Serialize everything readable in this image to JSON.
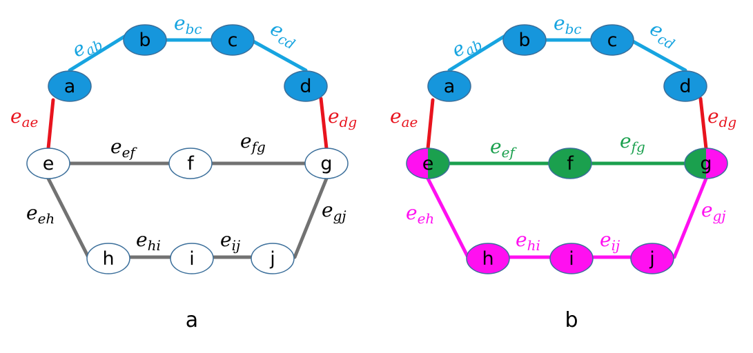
{
  "colors": {
    "blue": "#17a4e0",
    "blue_node_fill": "#1696dc",
    "red": "#e8141e",
    "gray": "#727272",
    "green": "#1ba04e",
    "magenta": "#ff10f0",
    "node_stroke": "#3a6e9a",
    "white": "#ffffff",
    "black": "#000000"
  },
  "panels": [
    {
      "caption": "a",
      "nodes": [
        {
          "id": "a",
          "label": "a",
          "fill": "#1696dc"
        },
        {
          "id": "b",
          "label": "b",
          "fill": "#1696dc"
        },
        {
          "id": "c",
          "label": "c",
          "fill": "#1696dc"
        },
        {
          "id": "d",
          "label": "d",
          "fill": "#1696dc"
        },
        {
          "id": "e",
          "label": "e",
          "fill": "#ffffff"
        },
        {
          "id": "f",
          "label": "f",
          "fill": "#ffffff"
        },
        {
          "id": "g",
          "label": "g",
          "fill": "#ffffff"
        },
        {
          "id": "h",
          "label": "h",
          "fill": "#ffffff"
        },
        {
          "id": "i",
          "label": "i",
          "fill": "#ffffff"
        },
        {
          "id": "j",
          "label": "j",
          "fill": "#ffffff"
        }
      ],
      "edges": [
        {
          "id": "ab",
          "from": "a",
          "to": "b",
          "color": "#17a4e0",
          "main": "e",
          "sub": "ab",
          "label_color": "#17a4e0"
        },
        {
          "id": "bc",
          "from": "b",
          "to": "c",
          "color": "#17a4e0",
          "main": "e",
          "sub": "bc",
          "label_color": "#17a4e0"
        },
        {
          "id": "cd",
          "from": "c",
          "to": "d",
          "color": "#17a4e0",
          "main": "e",
          "sub": "cd",
          "label_color": "#17a4e0"
        },
        {
          "id": "ae",
          "from": "a",
          "to": "e",
          "color": "#e8141e",
          "main": "e",
          "sub": "ae",
          "label_color": "#e8141e"
        },
        {
          "id": "dg",
          "from": "d",
          "to": "g",
          "color": "#e8141e",
          "main": "e",
          "sub": "dg",
          "label_color": "#e8141e"
        },
        {
          "id": "ef",
          "from": "e",
          "to": "f",
          "color": "#727272",
          "main": "e",
          "sub": "ef",
          "label_color": "#000000"
        },
        {
          "id": "fg",
          "from": "f",
          "to": "g",
          "color": "#727272",
          "main": "e",
          "sub": "fg",
          "label_color": "#000000"
        },
        {
          "id": "eh",
          "from": "e",
          "to": "h",
          "color": "#727272",
          "main": "e",
          "sub": "eh",
          "label_color": "#000000"
        },
        {
          "id": "hi",
          "from": "h",
          "to": "i",
          "color": "#727272",
          "main": "e",
          "sub": "hi",
          "label_color": "#000000"
        },
        {
          "id": "ij",
          "from": "i",
          "to": "j",
          "color": "#727272",
          "main": "e",
          "sub": "ij",
          "label_color": "#000000"
        },
        {
          "id": "gj",
          "from": "g",
          "to": "j",
          "color": "#727272",
          "main": "e",
          "sub": "gj",
          "label_color": "#000000"
        }
      ]
    },
    {
      "caption": "b",
      "nodes": [
        {
          "id": "a",
          "label": "a",
          "fill": "#1696dc"
        },
        {
          "id": "b",
          "label": "b",
          "fill": "#1696dc"
        },
        {
          "id": "c",
          "label": "c",
          "fill": "#1696dc"
        },
        {
          "id": "d",
          "label": "d",
          "fill": "#1696dc"
        },
        {
          "id": "e",
          "label": "e",
          "fill": "split",
          "split_left": "#ff10f0",
          "split_right": "#1ba04e"
        },
        {
          "id": "f",
          "label": "f",
          "fill": "#1ba04e"
        },
        {
          "id": "g",
          "label": "g",
          "fill": "split",
          "split_left": "#1ba04e",
          "split_right": "#ff10f0"
        },
        {
          "id": "h",
          "label": "h",
          "fill": "#ff10f0"
        },
        {
          "id": "i",
          "label": "i",
          "fill": "#ff10f0"
        },
        {
          "id": "j",
          "label": "j",
          "fill": "#ff10f0"
        }
      ],
      "edges": [
        {
          "id": "ab",
          "from": "a",
          "to": "b",
          "color": "#17a4e0",
          "main": "e",
          "sub": "ab",
          "label_color": "#17a4e0"
        },
        {
          "id": "bc",
          "from": "b",
          "to": "c",
          "color": "#17a4e0",
          "main": "e",
          "sub": "bc",
          "label_color": "#17a4e0"
        },
        {
          "id": "cd",
          "from": "c",
          "to": "d",
          "color": "#17a4e0",
          "main": "e",
          "sub": "cd",
          "label_color": "#17a4e0"
        },
        {
          "id": "ae",
          "from": "a",
          "to": "e",
          "color": "#e8141e",
          "main": "e",
          "sub": "ae",
          "label_color": "#e8141e"
        },
        {
          "id": "dg",
          "from": "d",
          "to": "g",
          "color": "#e8141e",
          "main": "e",
          "sub": "dg",
          "label_color": "#e8141e"
        },
        {
          "id": "ef",
          "from": "e",
          "to": "f",
          "color": "#1ba04e",
          "main": "e",
          "sub": "ef",
          "label_color": "#1ba04e"
        },
        {
          "id": "fg",
          "from": "f",
          "to": "g",
          "color": "#1ba04e",
          "main": "e",
          "sub": "fg",
          "label_color": "#1ba04e"
        },
        {
          "id": "eh",
          "from": "e",
          "to": "h",
          "color": "#ff10f0",
          "main": "e",
          "sub": "eh",
          "label_color": "#ff10f0"
        },
        {
          "id": "hi",
          "from": "h",
          "to": "i",
          "color": "#ff10f0",
          "main": "e",
          "sub": "hi",
          "label_color": "#ff10f0"
        },
        {
          "id": "ij",
          "from": "i",
          "to": "j",
          "color": "#ff10f0",
          "main": "e",
          "sub": "ij",
          "label_color": "#ff10f0"
        },
        {
          "id": "gj",
          "from": "g",
          "to": "j",
          "color": "#ff10f0",
          "main": "e",
          "sub": "gj",
          "label_color": "#ff10f0"
        }
      ]
    }
  ]
}
